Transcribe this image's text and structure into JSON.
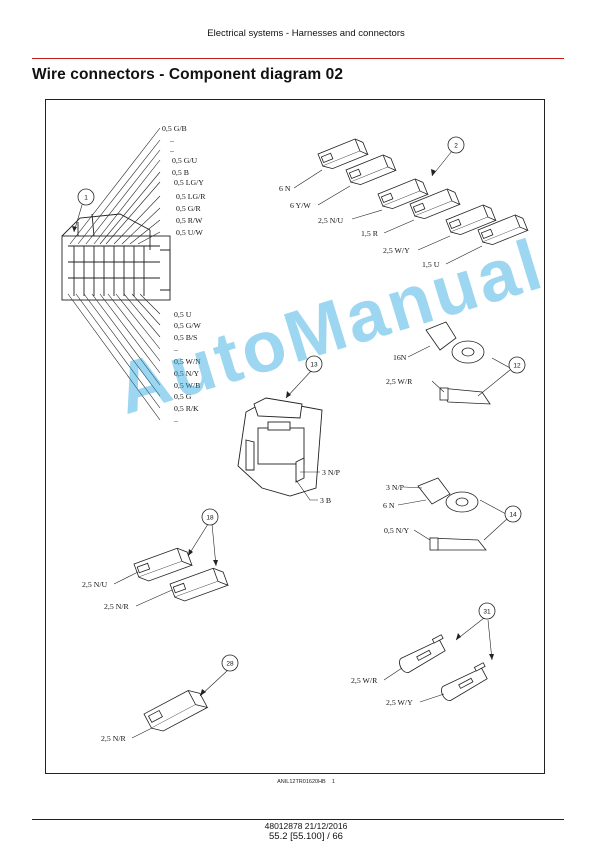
{
  "header": {
    "text": "Electrical systems - Harnesses and connectors"
  },
  "title": "Wire connectors - Component diagram 02",
  "watermark": "AutoManual",
  "diagram": {
    "callouts": [
      "1",
      "2",
      "12",
      "13",
      "14",
      "18",
      "28",
      "31"
    ],
    "connector1_top_labels": [
      "0,5 G/B",
      "–",
      "–",
      "0,5 G/U",
      "0,5 B",
      "0,5 LG/Y",
      "0,5 LG/R",
      "0,5 G/R",
      "0,5 R/W",
      "0,5 U/W"
    ],
    "connector1_bottom_labels": [
      "0,5 U",
      "0,5 G/W",
      "0,5 B/S",
      "–",
      "0,5 W/N",
      "0,5 N/Y",
      "0,5 W/B",
      "0,5 G",
      "0,5 R/K",
      "–"
    ],
    "connector2_labels": [
      "6 N",
      "6 Y/W",
      "2,5 N/U",
      "1,5 R",
      "2,5 W/Y",
      "1,5 U"
    ],
    "ring12_labels": [
      "16N",
      "2,5 W/R"
    ],
    "relay14_labels": [
      "3 N/P",
      "3 B"
    ],
    "ring13_labels": [
      "3 N/P",
      "6 N",
      "0,5 N/Y"
    ],
    "connector18_labels": [
      "2,5 N/U",
      "2,5 N/R"
    ],
    "connector28_labels": [
      "2,5 N/R"
    ],
    "bullet31_labels": [
      "2,5 W/R",
      "2,5 W/Y"
    ]
  },
  "figure_caption": "ANIL12TR01620HB",
  "figure_number": "1",
  "footer": {
    "doc": "48012878 21/12/2016",
    "page": "55.2 [55.100] / 66"
  }
}
